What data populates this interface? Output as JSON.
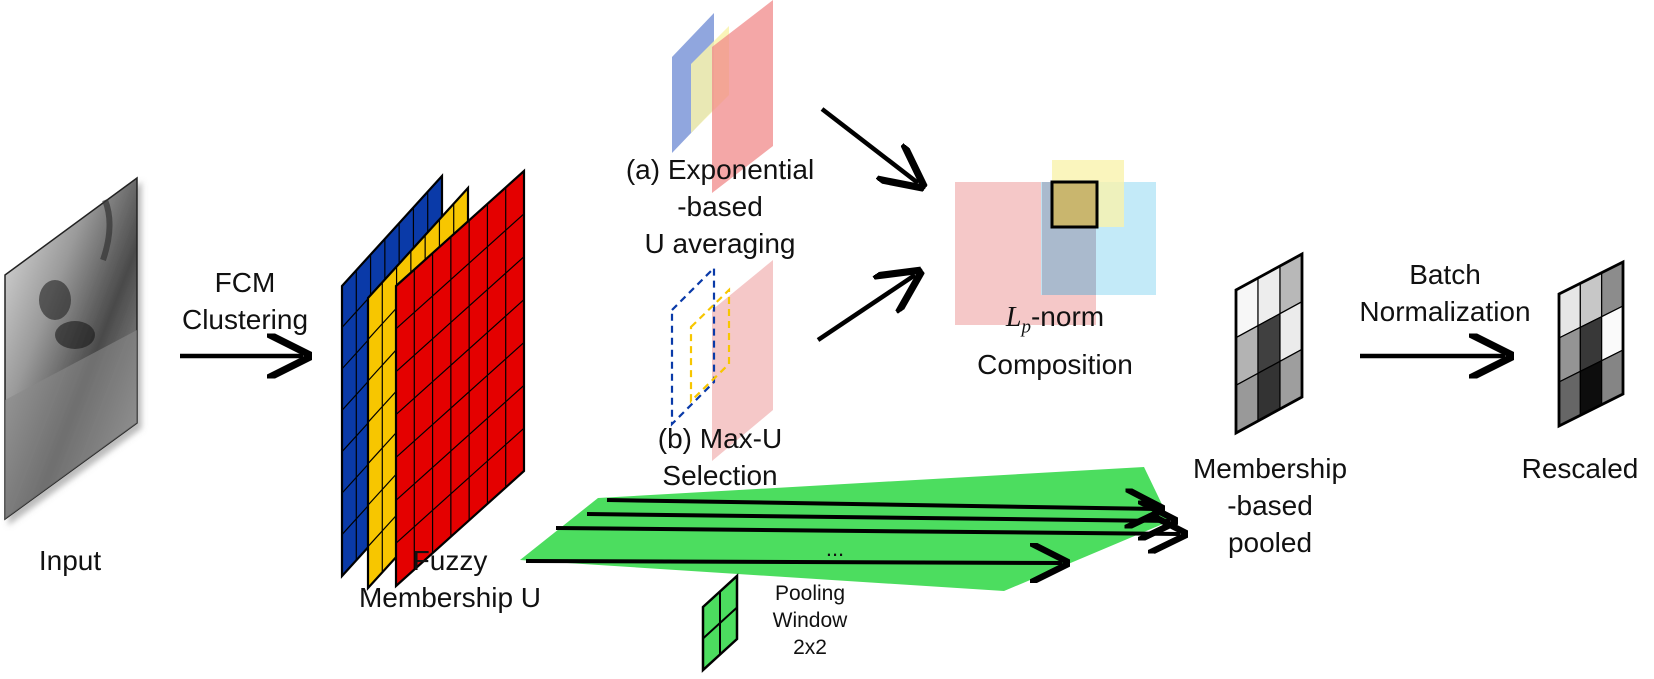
{
  "labels": {
    "input": "Input",
    "fcm_line1": "FCM",
    "fcm_line2": "Clustering",
    "fuzzy_line1": "Fuzzy",
    "fuzzy_line2": "Membership U",
    "exp_line1": "(a) Exponential",
    "exp_line2": "-based",
    "exp_line3": "U averaging",
    "maxu_line1": "(b) Max-U",
    "maxu_line2": "Selection",
    "lp_symbol": "L",
    "lp_subscript": "p",
    "lp_suffix": "-norm",
    "composition": "Composition",
    "ellipsis": "...",
    "pool_line1": "Pooling",
    "pool_line2": "Window",
    "pool_line3": "2x2",
    "mem_line1": "Membership",
    "mem_line2": "-based",
    "mem_line3": "pooled",
    "batch_line1": "Batch",
    "batch_line2": "Normalization",
    "rescaled": "Rescaled"
  },
  "colors": {
    "blue": "#0a3aa8",
    "yellow": "#f7c600",
    "red": "#e40000",
    "green": "#4cdd5f",
    "pink": "#f08a8a",
    "light_pink": "#f4c2c2",
    "light_blue": "#b9e6f7",
    "light_yellow": "#f9f3ad"
  },
  "pooled_grid_gray_levels": [
    [
      0.97,
      0.93,
      0.72
    ],
    [
      0.7,
      0.25,
      0.92
    ],
    [
      0.6,
      0.2,
      0.62
    ]
  ],
  "rescaled_grid_gray_levels": [
    [
      0.9,
      0.78,
      0.55
    ],
    [
      0.58,
      0.22,
      0.98
    ],
    [
      0.4,
      0.05,
      0.52
    ]
  ]
}
